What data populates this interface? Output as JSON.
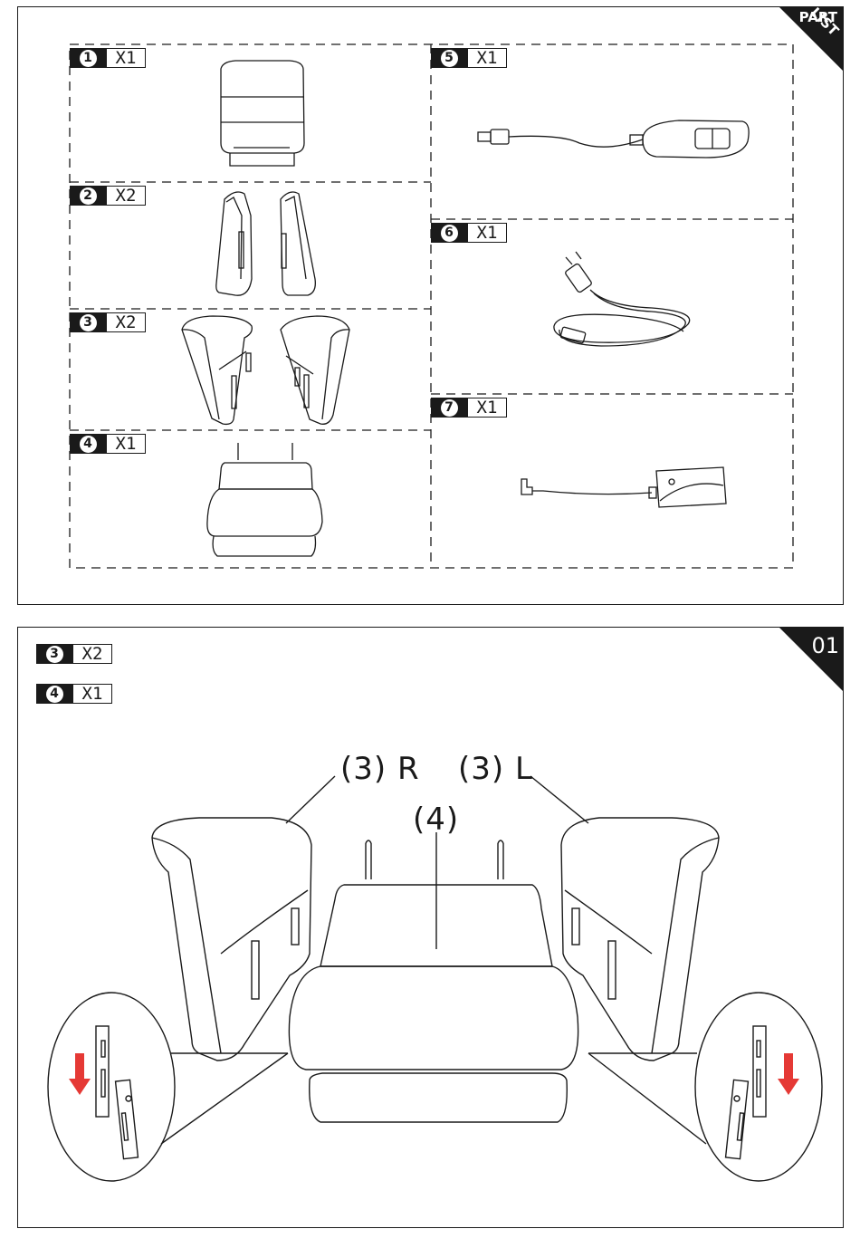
{
  "parts_panel": {
    "corner_label_line1": "PART",
    "corner_label_line2": "LIST",
    "items": [
      {
        "num": "1",
        "qty": "X1"
      },
      {
        "num": "2",
        "qty": "X2"
      },
      {
        "num": "3",
        "qty": "X2"
      },
      {
        "num": "4",
        "qty": "X1"
      },
      {
        "num": "5",
        "qty": "X1"
      },
      {
        "num": "6",
        "qty": "X1"
      },
      {
        "num": "7",
        "qty": "X1"
      }
    ]
  },
  "step_panel": {
    "step_number": "01",
    "items": [
      {
        "num": "3",
        "qty": "X2"
      },
      {
        "num": "4",
        "qty": "X1"
      }
    ],
    "label_right": "(3) R",
    "label_left": "(3) L",
    "label_center": "(4)",
    "arrow_color": "#e53935"
  }
}
